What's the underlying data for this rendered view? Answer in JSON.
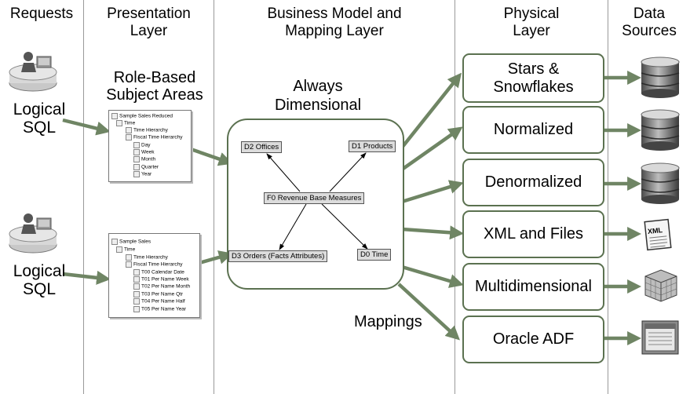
{
  "columns": {
    "requests": "Requests",
    "presentation_l1": "Presentation",
    "presentation_l2": "Layer",
    "business_l1": "Business Model and",
    "business_l2": "Mapping Layer",
    "physical_l1": "Physical",
    "physical_l2": "Layer",
    "sources_l1": "Data",
    "sources_l2": "Sources"
  },
  "requests": [
    {
      "line1": "Logical",
      "line2": "SQL"
    },
    {
      "line1": "Logical",
      "line2": "SQL"
    }
  ],
  "role_based": {
    "line1": "Role-Based",
    "line2": "Subject Areas"
  },
  "always": {
    "line1": "Always",
    "line2": "Dimensional"
  },
  "mappings_label": "Mappings",
  "tree1": [
    "Sample Sales Reduced",
    "Time",
    "Time Hierarchy",
    "Fiscal Time Hierarchy",
    "Day",
    "Week",
    "Month",
    "Quarter",
    "Year"
  ],
  "tree2": [
    "Sample Sales",
    "Time",
    "Time Hierarchy",
    "Fiscal Time Hierarchy",
    "T00 Calendar Date",
    "T01 Per Name Week",
    "T02 Per Name Month",
    "T03 Per Name Qtr",
    "T04 Per Name Half",
    "T05 Per Name Year"
  ],
  "bm_nodes": {
    "d2": "D2 Offices",
    "d1": "D1 Products",
    "f0": "F0 Revenue Base Measures",
    "d3": "D3 Orders (Facts Attributes)",
    "d0": "D0 Time"
  },
  "physical": [
    {
      "line1": "Stars &",
      "line2": "Snowflakes"
    },
    {
      "line1": "Normalized",
      "line2": ""
    },
    {
      "line1": "Denormalized",
      "line2": ""
    },
    {
      "line1": "XML and Files",
      "line2": ""
    },
    {
      "line1": "Multidimensional",
      "line2": ""
    },
    {
      "line1": "Oracle ADF",
      "line2": ""
    }
  ],
  "sources": [
    {
      "icon": "database-icon"
    },
    {
      "icon": "database-icon"
    },
    {
      "icon": "database-icon"
    },
    {
      "icon": "xml-document-icon",
      "text": "XML"
    },
    {
      "icon": "cube-icon"
    },
    {
      "icon": "application-window-icon"
    }
  ],
  "colors": {
    "arrow": "#6f8564",
    "box_border": "#5b7150",
    "node_fill": "#dcdcdc"
  }
}
